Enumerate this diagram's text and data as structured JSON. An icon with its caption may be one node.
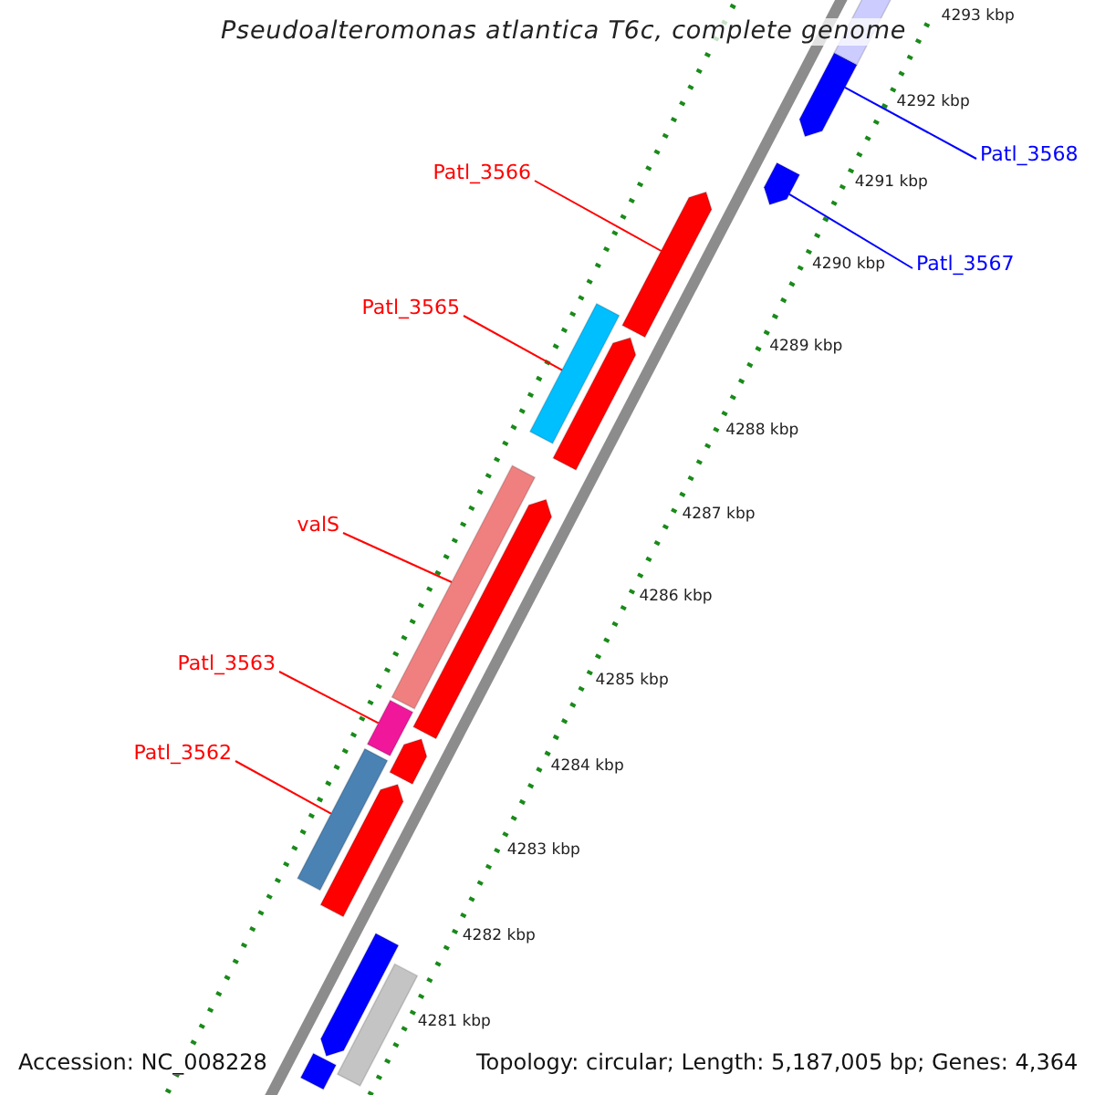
{
  "diagram": {
    "title": "Pseudoalteromonas atlantica T6c, complete genome",
    "nodes": [
      {
        "text": [
          "Patl_3568"
        ]
      },
      {
        "text": [],
        "shape": "bar"
      },
      {
        "text": [
          "Patl_3567"
        ]
      },
      {
        "text": [],
        "shape": "bar"
      },
      {
        "text": [
          "Patl_3566"
        ]
      },
      {
        "text": [],
        "shape": "bar"
      },
      {
        "text": [
          "Patl_3565"
        ]
      },
      {
        "text": [],
        "shape": "bar"
      },
      {
        "text": [
          "valS"
        ]
      },
      {
        "text": [],
        "shape": "bar"
      },
      {
        "text": [
          "Patl_3563"
        ]
      },
      {
        "text": [],
        "shape": "bar"
      },
      {
        "text": [
          "Patl_3562"
        ]
      },
      {
        "text": [],
        "shape": "bar"
      },
      {
        "text": [],
        "shape": "bar"
      },
      {
        "text": [],
        "shape": "bar"
      },
      {
        "text": [],
        "shape": "bar"
      },
      {
        "text": [],
        "shape": "bar"
      },
      {
        "text": [],
        "shape": "bar"
      },
      {
        "text": [],
        "shape": "bar"
      },
      {
        "text": [],
        "shape": "bar"
      },
      {
        "text": [],
        "shape": "bar"
      }
    ],
    "edges": [
      {
        "from": 0,
        "to": 1,
        "arrow": "none",
        "color": "#0000ff"
      },
      {
        "from": 2,
        "to": 3,
        "arrow": "none",
        "color": "#0000ff"
      },
      {
        "from": 4,
        "to": 5,
        "arrow": "none"
      },
      {
        "from": 6,
        "to": 7,
        "arrow": "none"
      },
      {
        "from": 8,
        "to": 9,
        "arrow": "none"
      },
      {
        "from": 10,
        "to": 11,
        "arrow": "none"
      },
      {
        "from": 12,
        "to": 13,
        "arrow": "none"
      }
    ],
    "labels": [
      "4293 kbp",
      "4292 kbp",
      "4291 kbp",
      "4290 kbp",
      "4289 kbp",
      "4288 kbp",
      "4287 kbp",
      "4286 kbp",
      "4285 kbp",
      "4284 kbp",
      "4283 kbp",
      "4282 kbp",
      "4281 kbp",
      "Accession: NC_008228",
      "Topology: circular; Length: 5,187,005 bp; Genes: 4,364"
    ]
  }
}
